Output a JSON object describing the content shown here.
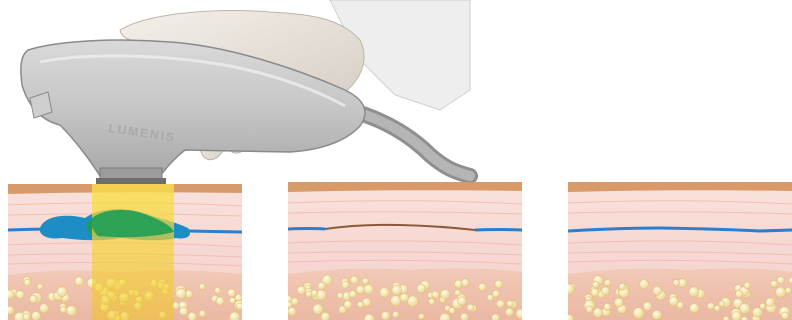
{
  "device": {
    "brand_engraving": "LUMENIS",
    "icon": "laser-handpiece-icon"
  },
  "panels": [
    {
      "stage": "treatment",
      "icon": "skin-cross-section-icon"
    },
    {
      "stage": "coagulation",
      "icon": "skin-cross-section-icon"
    },
    {
      "stage": "healed",
      "icon": "skin-cross-section-icon"
    }
  ],
  "colors": {
    "skin_surface": "#d99a6a",
    "dermis": "#f7d6cf",
    "vessel": "#2a7fd0",
    "laser_beam": "#f3cc1c",
    "lesion": "#1f9d58",
    "fat_cells": "#f4e3a3"
  }
}
